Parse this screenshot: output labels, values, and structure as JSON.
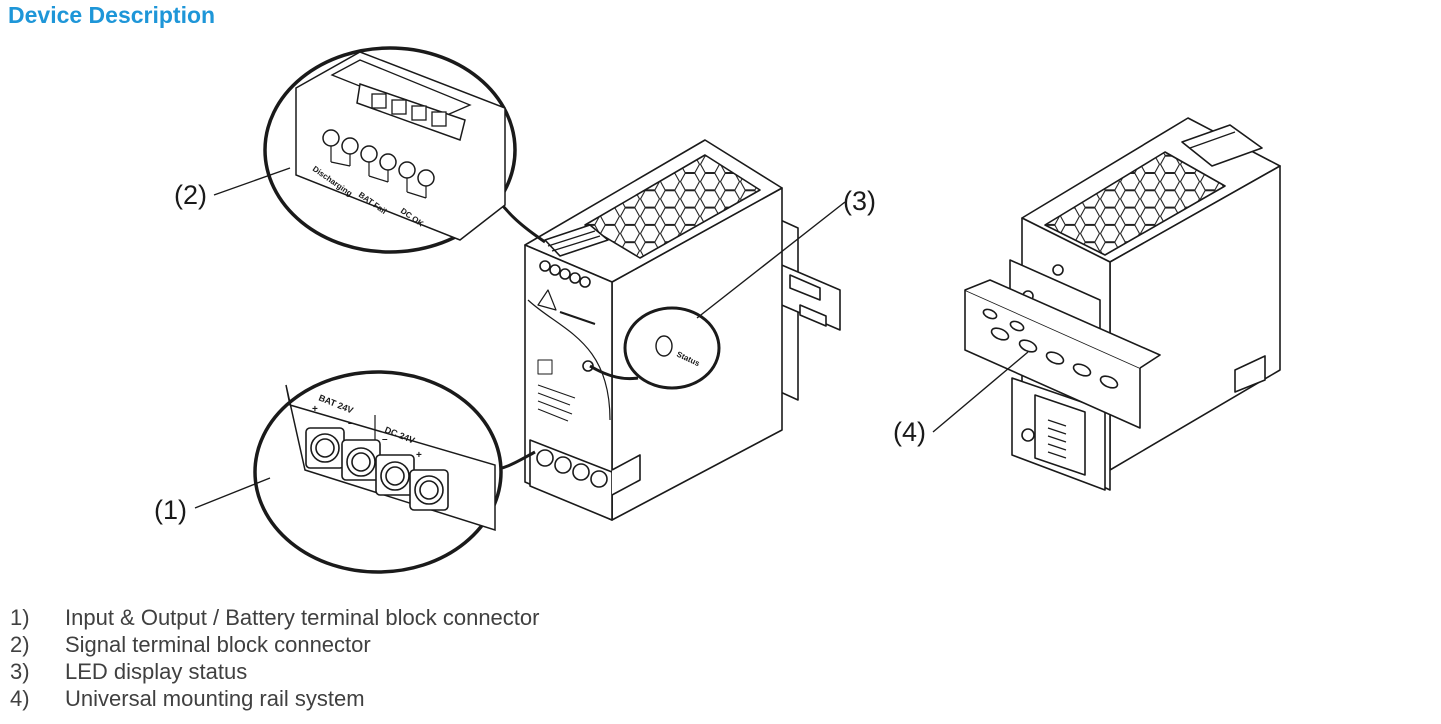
{
  "title": "Device Description",
  "callouts": [
    {
      "marker": "(1)"
    },
    {
      "marker": "(2)"
    },
    {
      "marker": "(3)"
    },
    {
      "marker": "(4)"
    }
  ],
  "terminal_labels": {
    "signal": [
      "Discharging",
      "BAT Fail",
      "DC OK"
    ],
    "battery": "BAT 24V",
    "dc": "DC 24V",
    "plus": "+",
    "minus": "–",
    "led": "Status"
  },
  "legend": [
    {
      "num": "1)",
      "text": "Input & Output / Battery terminal block connector"
    },
    {
      "num": "2)",
      "text": "Signal terminal block connector"
    },
    {
      "num": "3)",
      "text": "LED display status"
    },
    {
      "num": "4)",
      "text": "Universal mounting rail system"
    }
  ]
}
